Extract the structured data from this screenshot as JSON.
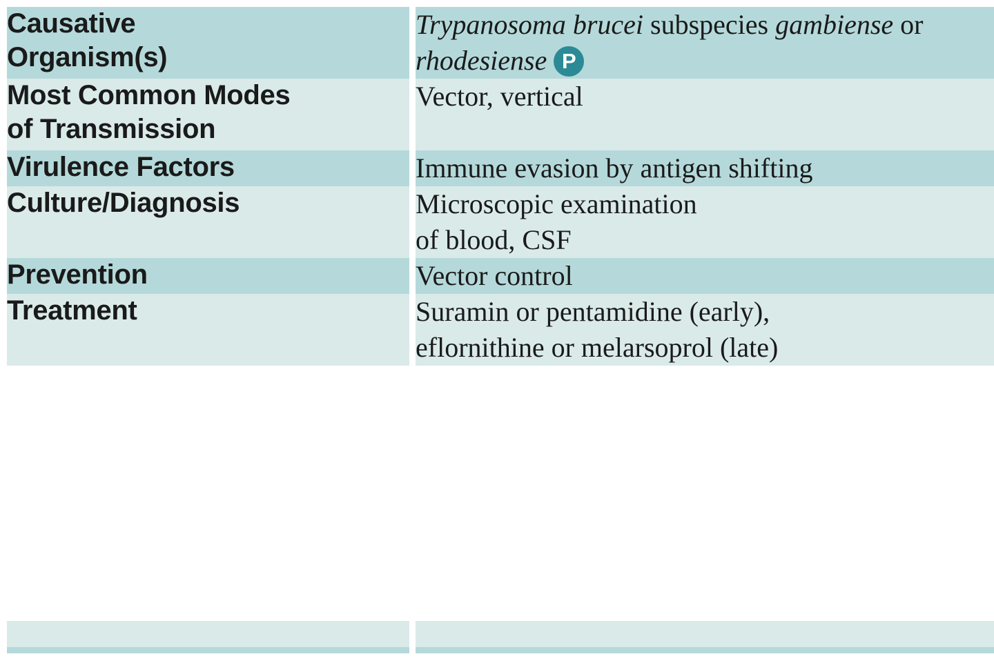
{
  "table": {
    "colors": {
      "row_dark": "#b5d9da",
      "row_light": "#d9eae9",
      "badge_teal": "#2b8a96",
      "text": "#1a1a1a",
      "page_background": "#ffffff"
    },
    "rows": [
      {
        "tint": "dark",
        "label": "Causative Organism(s)",
        "label_line1": "Causative",
        "label_line2": "Organism(s)",
        "value_segments": [
          {
            "text": "Trypanosoma brucei ",
            "style": "italic"
          },
          {
            "text": "subspecies ",
            "style": "normal"
          },
          {
            "text": "gambiense ",
            "style": "italic"
          },
          {
            "text": "or ",
            "style": "normal"
          },
          {
            "text": "rhodesiense",
            "style": "italic"
          }
        ],
        "value_plain": "Trypanosoma brucei subspecies gambiense or rhodesiense",
        "badge": "P",
        "badge_name": "parasite-badge"
      },
      {
        "tint": "light",
        "label": "Most Common Modes of Transmission",
        "label_line1": "Most Common Modes",
        "label_line2": "of Transmission",
        "value_plain": "Vector, vertical",
        "badge": null
      },
      {
        "tint": "dark",
        "label": "Virulence Factors",
        "label_line1": "Virulence Factors",
        "label_line2": "",
        "value_plain": "Immune evasion by antigen shifting",
        "badge": null
      },
      {
        "tint": "light",
        "label": "Culture/Diagnosis",
        "label_line1": "Culture/Diagnosis",
        "label_line2": "",
        "value_line1": "Microscopic examination",
        "value_line2": "of blood, CSF",
        "value_plain": "Microscopic examination of blood, CSF",
        "badge": null
      },
      {
        "tint": "dark",
        "label": "Prevention",
        "label_line1": "Prevention",
        "label_line2": "",
        "value_plain": "Vector control",
        "badge": null
      },
      {
        "tint": "light",
        "label": "Treatment",
        "label_line1": "Treatment",
        "label_line2": "",
        "value_line1": "Suramin or pentamidine (early),",
        "value_line2": "eflornithine or melarsoprol (late)",
        "value_plain": "Suramin or pentamidine (early), eflornithine or melarsoprol (late)",
        "badge": null
      }
    ]
  }
}
